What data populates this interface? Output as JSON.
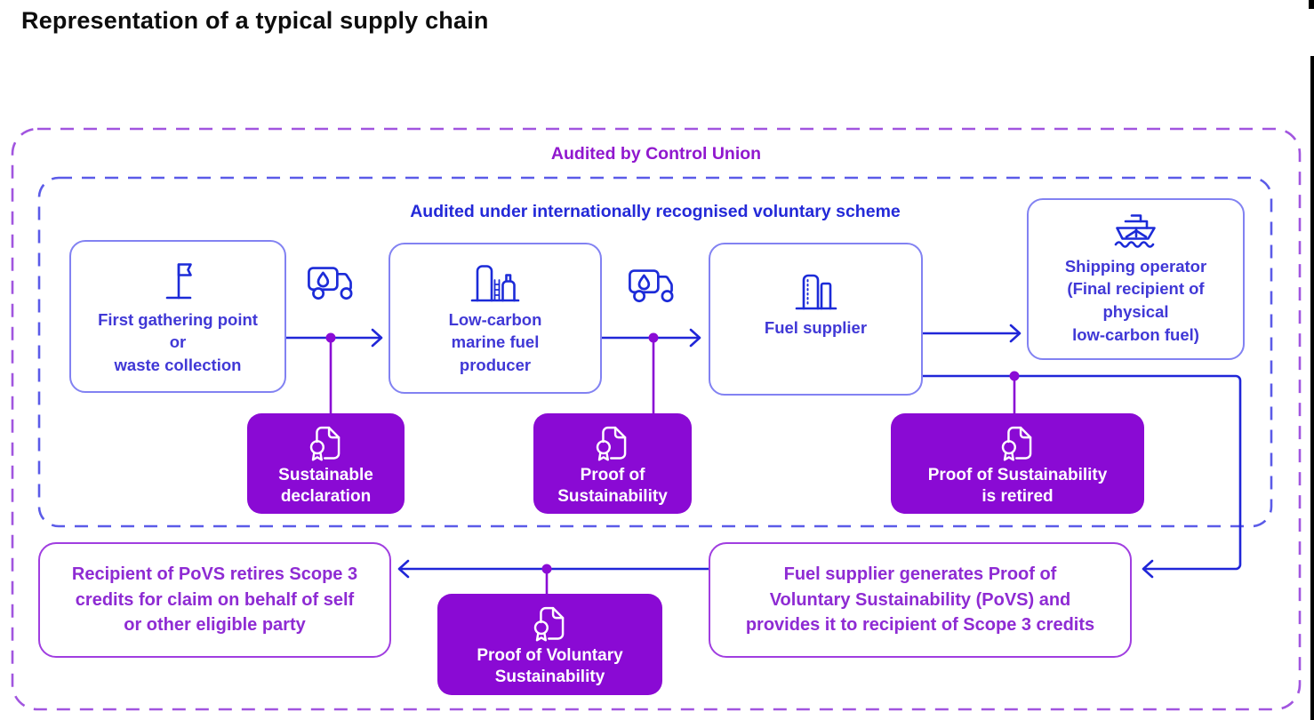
{
  "title": "Representation of a typical supply chain",
  "outer_group": {
    "label": "Audited by Control Union"
  },
  "inner_group": {
    "label": "Audited under internationally recognised voluntary scheme"
  },
  "nodes": {
    "first_gathering": {
      "label": "First gathering point\nor\nwaste collection",
      "icon": "flag-icon"
    },
    "producer": {
      "label": "Low-carbon\nmarine fuel\nproducer",
      "icon": "refinery-icon"
    },
    "fuel_supplier": {
      "label": "Fuel supplier",
      "icon": "fuel-depot-icon"
    },
    "shipping_operator": {
      "label": "Shipping operator\n(Final recipient of\nphysical\nlow-carbon fuel)",
      "icon": "cargo-ship-icon"
    }
  },
  "transport": {
    "icon": "fuel-truck-icon"
  },
  "documents": {
    "sustainable_declaration": {
      "label": "Sustainable\ndeclaration",
      "icon": "certificate-icon"
    },
    "proof_of_sustainability": {
      "label": "Proof of\nSustainability",
      "icon": "certificate-icon"
    },
    "pos_retired": {
      "label": "Proof of Sustainability\nis retired",
      "icon": "certificate-icon"
    },
    "povs": {
      "label": "Proof of Voluntary\nSustainability",
      "icon": "certificate-icon"
    }
  },
  "notes": {
    "recipient": {
      "label": "Recipient of PoVS retires Scope 3\ncredits for claim on behalf of self\nor other eligible party"
    },
    "generator": {
      "label": "Fuel supplier generates Proof of\nVoluntary Sustainability (PoVS) and\nprovides it to recipient of Scope 3 credits"
    }
  },
  "colors": {
    "title_text": "#0D0D0D",
    "outer_dashed_border": "#A155DF",
    "outer_label_text": "#9018CE",
    "inner_dashed_border": "#5B5BE8",
    "inner_label_text": "#2329D8",
    "node_border": "#8282F2",
    "node_text": "#4038D6",
    "icon_blue": "#1C2BD8",
    "arrow_blue": "#2026D8",
    "document_fill": "#8A0AD4",
    "document_text": "#FFFFFF",
    "note_border": "#A03EE0",
    "note_text": "#8E2BD3",
    "connector_purple": "#8A0BD5"
  }
}
